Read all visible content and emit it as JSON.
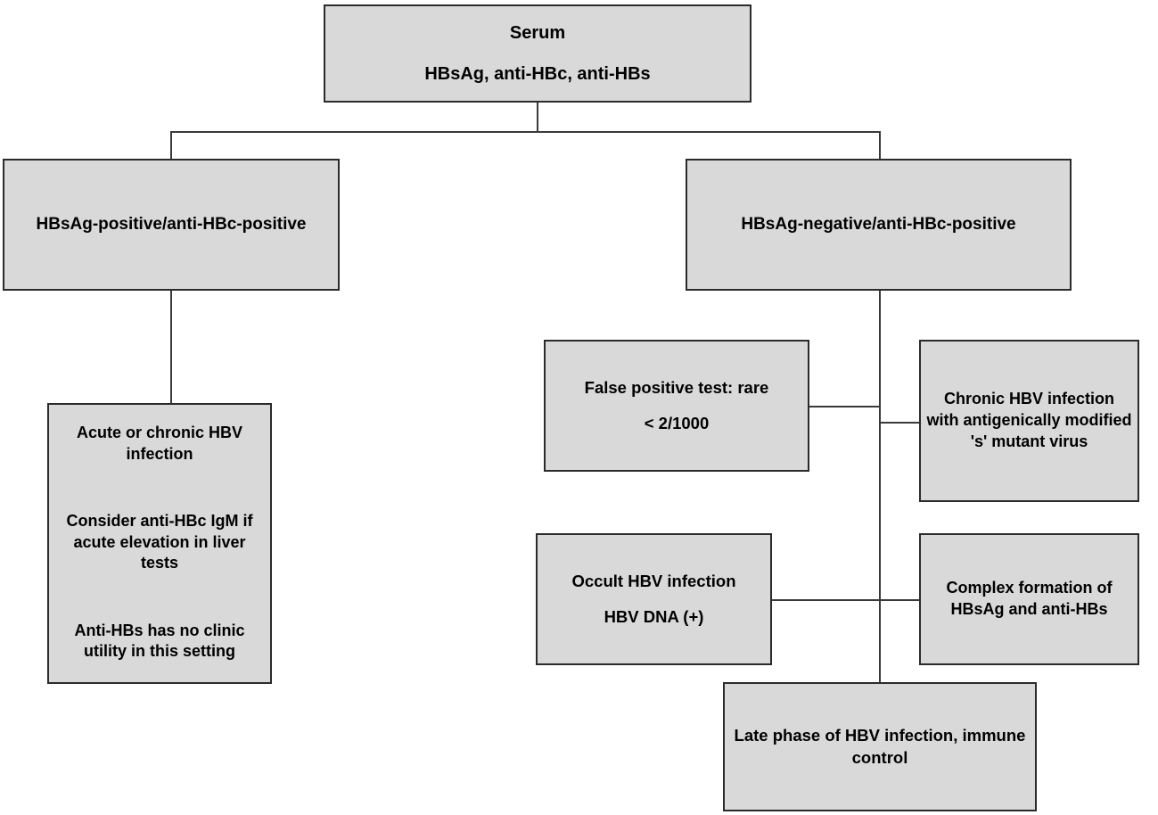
{
  "diagram": {
    "title": "HBV serology interpretation flowchart",
    "colors": {
      "node_fill": "#d9d9d9",
      "node_border": "#2b2b2b",
      "connector": "#3a3a3a",
      "background": "#ffffff",
      "text": "#000000"
    }
  },
  "nodes": {
    "serum": {
      "line1": "Serum",
      "line2": "HBsAg, anti-HBc, anti-HBs"
    },
    "hbsag_positive": {
      "label": "HBsAg-positive/anti-HBc-positive"
    },
    "hbsag_negative": {
      "label": "HBsAg-negative/anti-HBc-positive"
    },
    "acute_or_chronic": {
      "para1": "Acute or chronic HBV infection",
      "para2": "Consider anti-HBc IgM if acute elevation in liver tests",
      "para3": "Anti-HBs has no clinic utility in this setting"
    },
    "false_positive": {
      "line1": "False positive test: rare",
      "line2": "< 2/1000"
    },
    "mutant_virus": {
      "label": "Chronic HBV infection with antigenically modified 's' mutant virus"
    },
    "occult": {
      "line1": "Occult HBV infection",
      "line2": "HBV DNA (+)"
    },
    "complex_formation": {
      "label": "Complex formation of HBsAg and anti-HBs"
    },
    "late_phase": {
      "label": "Late phase of HBV infection, immune control"
    }
  },
  "edges": [
    {
      "from": "serum",
      "to": "hbsag_positive"
    },
    {
      "from": "serum",
      "to": "hbsag_negative"
    },
    {
      "from": "hbsag_positive",
      "to": "acute_or_chronic"
    },
    {
      "from": "hbsag_negative",
      "to": "false_positive"
    },
    {
      "from": "hbsag_negative",
      "to": "mutant_virus"
    },
    {
      "from": "hbsag_negative",
      "to": "occult"
    },
    {
      "from": "hbsag_negative",
      "to": "complex_formation"
    },
    {
      "from": "hbsag_negative",
      "to": "late_phase"
    }
  ]
}
